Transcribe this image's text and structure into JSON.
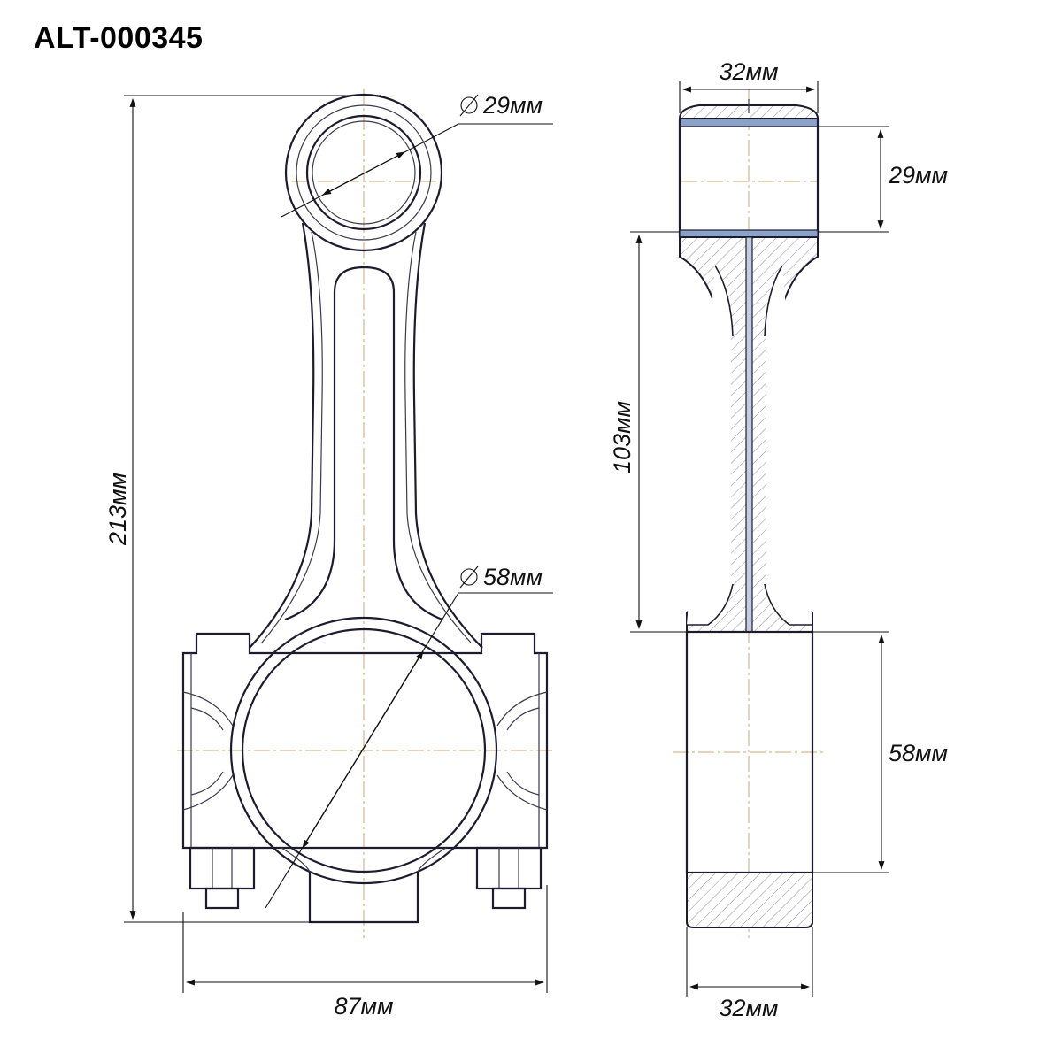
{
  "title": "ALT-000345",
  "front_view": {
    "small_end_diameter": "29мм",
    "big_end_diameter": "58мм",
    "total_length": "213мм",
    "width": "87мм"
  },
  "side_view": {
    "top_width": "32мм",
    "small_end_height": "29мм",
    "shank_length": "103мм",
    "big_end_height": "58мм",
    "bottom_width": "32мм"
  }
}
